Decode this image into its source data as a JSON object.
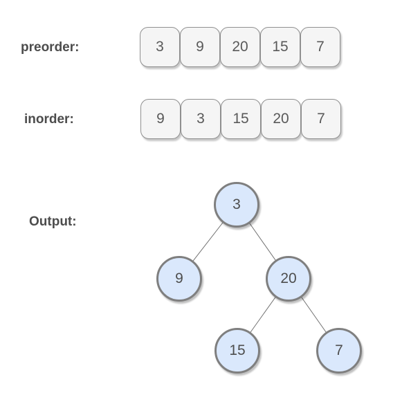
{
  "labels": {
    "preorder": "preorder:",
    "inorder": "inorder:",
    "output": "Output:"
  },
  "arrays": {
    "preorder": {
      "values": [
        "3",
        "9",
        "20",
        "15",
        "7"
      ]
    },
    "inorder": {
      "values": [
        "9",
        "3",
        "15",
        "20",
        "7"
      ]
    }
  },
  "tree": {
    "nodes": [
      {
        "id": "3",
        "value": "3",
        "parent": null,
        "side": "root"
      },
      {
        "id": "9",
        "value": "9",
        "parent": "3",
        "side": "left"
      },
      {
        "id": "20",
        "value": "20",
        "parent": "3",
        "side": "right"
      },
      {
        "id": "15",
        "value": "15",
        "parent": "20",
        "side": "left"
      },
      {
        "id": "7",
        "value": "7",
        "parent": "20",
        "side": "right"
      }
    ],
    "edges": [
      {
        "from": "3",
        "to": "9"
      },
      {
        "from": "3",
        "to": "20"
      },
      {
        "from": "20",
        "to": "15"
      },
      {
        "from": "20",
        "to": "7"
      }
    ]
  },
  "colors": {
    "background": "#ffffff",
    "array_cell_fill": "#f5f5f5",
    "array_cell_border": "#8f8f8f",
    "node_fill": "#dae8fc",
    "node_border": "#7f7f7f",
    "edge_line": "#707070",
    "label_text": "#4c4c4c",
    "value_text": "#595959"
  }
}
